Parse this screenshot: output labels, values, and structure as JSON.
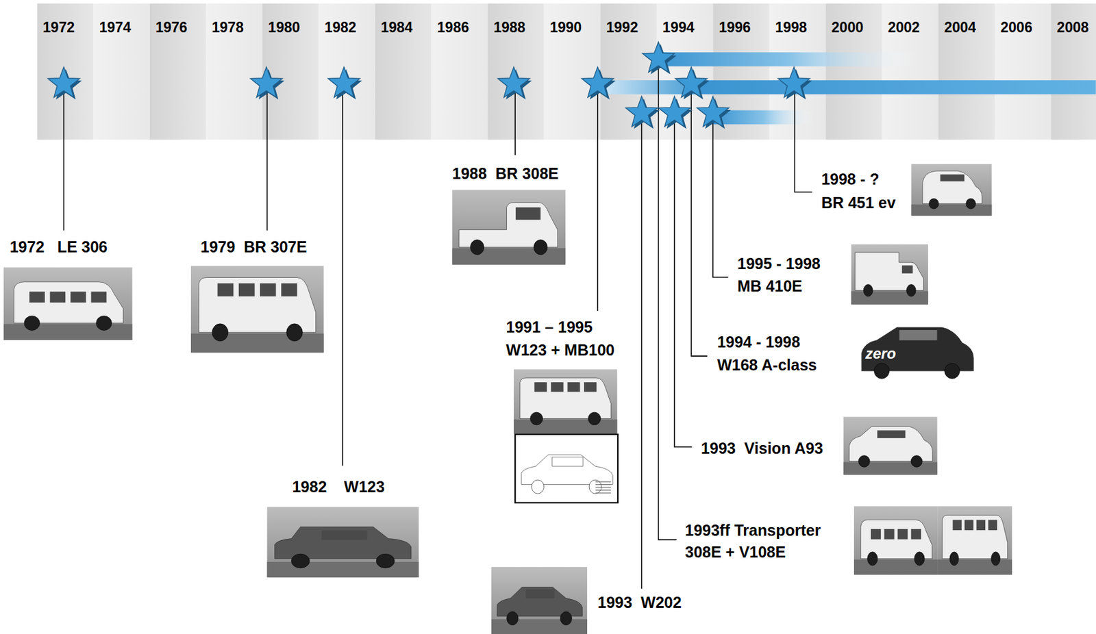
{
  "diagram": {
    "labels": [
      "1972",
      "1974",
      "1976",
      "1978",
      "1980",
      "1982",
      "1984",
      "1986",
      "1988",
      "1990",
      "1992",
      "1994",
      "1996",
      "1998",
      "2000",
      "2002",
      "2004",
      "2006",
      "2008",
      "1972   LE 306",
      "1979  BR 307E",
      "1982    W123",
      "1988  BR 308E",
      "1991 – 1995",
      "W123 + MB100",
      "1993  W202",
      "1993ff Transporter",
      "308E + V108E",
      "1993  Vision A93",
      "1994 - 1998",
      "W168 A-class",
      "1995 - 1998",
      "MB 410E",
      "1998 - ?",
      "BR 451 ev",
      "zero"
    ]
  }
}
